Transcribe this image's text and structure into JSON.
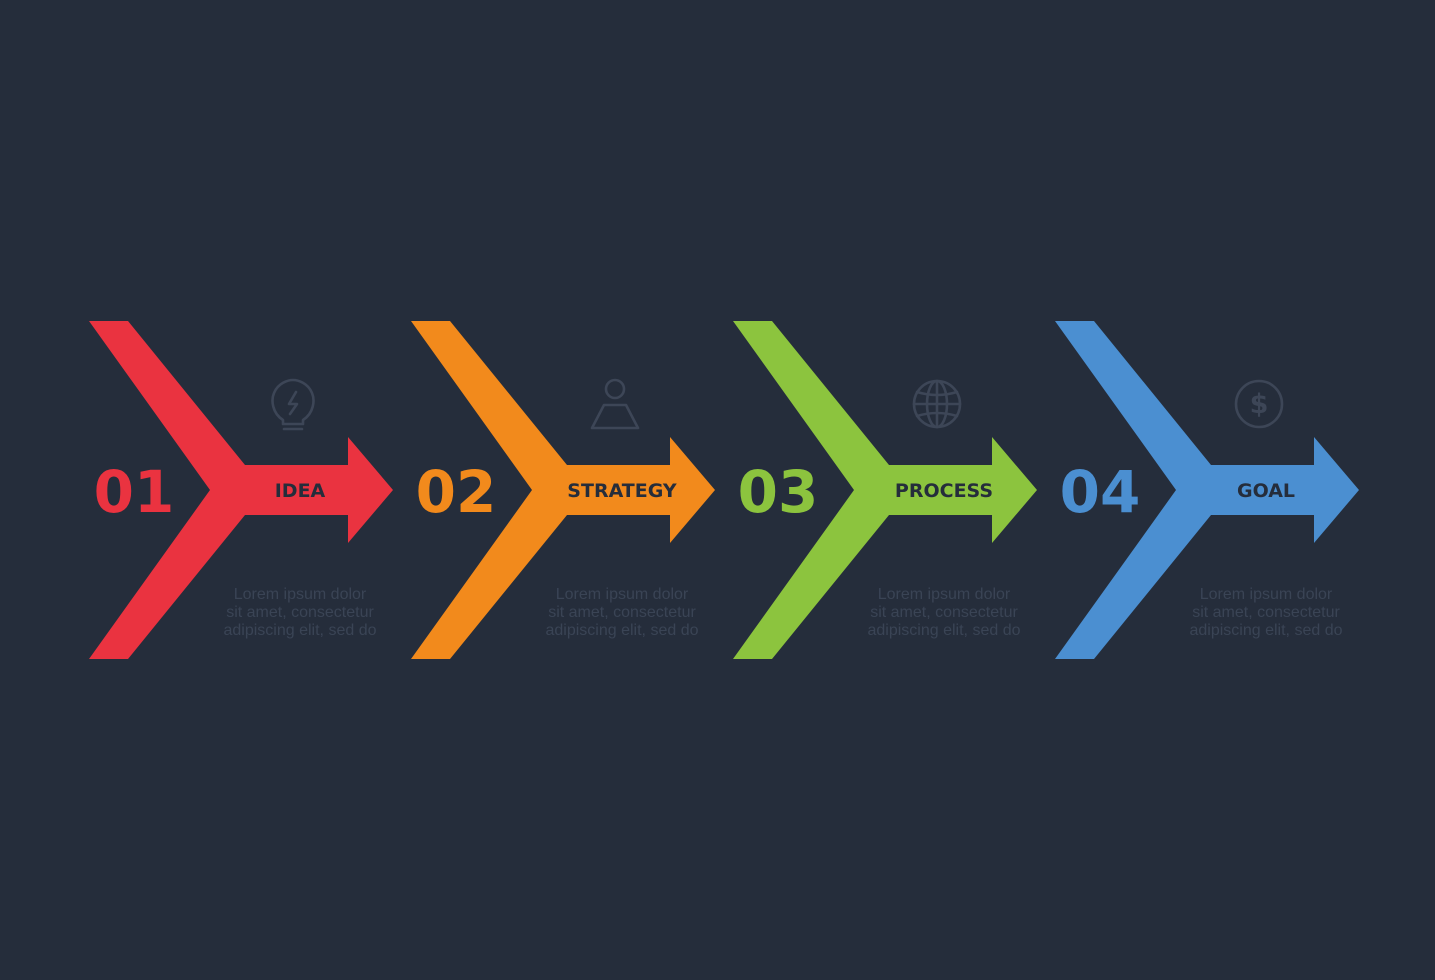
{
  "diagram": {
    "background_color": "#252d3b",
    "steps": [
      {
        "number": "01",
        "label": "IDEA",
        "color": "#ea3340",
        "icon": "lightbulb-icon",
        "description": [
          "Lorem ipsum dolor",
          "sit amet, consectetur",
          "adipiscing elit, sed do"
        ]
      },
      {
        "number": "02",
        "label": "STRATEGY",
        "color": "#f28a1c",
        "icon": "user-icon",
        "description": [
          "Lorem ipsum dolor",
          "sit amet, consectetur",
          "adipiscing elit, sed do"
        ]
      },
      {
        "number": "03",
        "label": "PROCESS",
        "color": "#8cc43e",
        "icon": "globe-icon",
        "description": [
          "Lorem ipsum dolor",
          "sit amet, consectetur",
          "adipiscing elit, sed do"
        ]
      },
      {
        "number": "04",
        "label": "GOAL",
        "color": "#4b8fd1",
        "icon": "dollar-icon",
        "description": [
          "Lorem ipsum dolor",
          "sit amet, consectetur",
          "adipiscing elit, sed do"
        ]
      }
    ]
  }
}
